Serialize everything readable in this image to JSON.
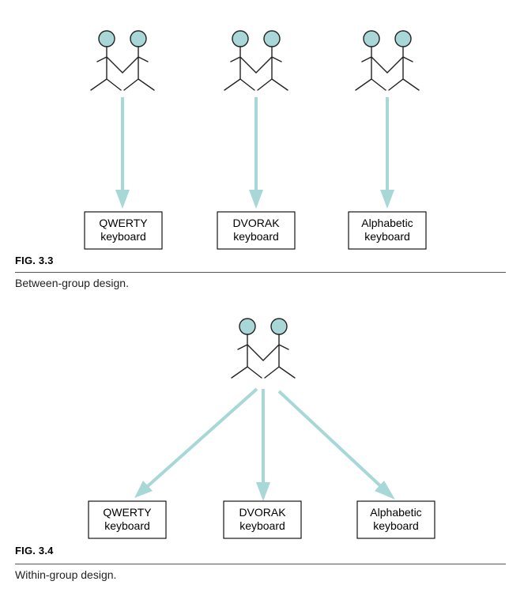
{
  "fig3_3": {
    "label": "FIG. 3.3",
    "caption": "Between-group design.",
    "boxes": [
      {
        "line1": "QWERTY",
        "line2": "keyboard"
      },
      {
        "line1": "DVORAK",
        "line2": "keyboard"
      },
      {
        "line1": "Alphabetic",
        "line2": "keyboard"
      }
    ]
  },
  "fig3_4": {
    "label": "FIG. 3.4",
    "caption": "Within-group design.",
    "boxes": [
      {
        "line1": "QWERTY",
        "line2": "keyboard"
      },
      {
        "line1": "DVORAK",
        "line2": "keyboard"
      },
      {
        "line1": "Alphabetic",
        "line2": "keyboard"
      }
    ]
  },
  "colors": {
    "head_fill": "#a9d6d6",
    "arrow": "#a7d7d7"
  },
  "icons": [
    "two-people-icon",
    "arrow-down-icon"
  ]
}
